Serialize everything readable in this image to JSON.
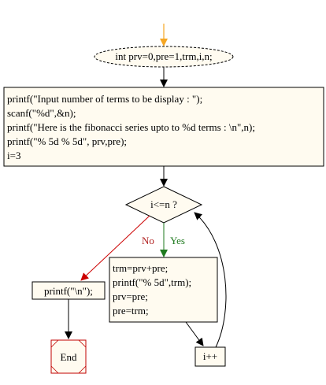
{
  "start": {
    "text": "int prv=0,pre=1,trm,i,n;"
  },
  "init": {
    "lines": [
      "printf(\"Input number of terms to be display : \");",
      "scanf(\"%d\",&n);",
      "printf(\"Here is the fibonacci series upto  to %d terms : \\n\",n);",
      "printf(\"% 5d % 5d\", prv,pre);",
      "i=3"
    ]
  },
  "decision": {
    "text": "i<=n ?"
  },
  "branch": {
    "no": "No",
    "yes": "Yes"
  },
  "body": {
    "lines": [
      "trm=prv+pre;",
      "printf(\"% 5d\",trm);",
      "prv=pre;",
      "pre=trm;"
    ]
  },
  "newline": {
    "text": "printf(\"\\n\");"
  },
  "increment": {
    "text": "i++"
  },
  "end": {
    "text": "End"
  },
  "colors": {
    "entry_arrow": "#f5a623",
    "flow": "#000000",
    "no_branch": "#cc0000",
    "yes_branch": "#1f7a1f",
    "node_fill": "#fffbf0",
    "end_border": "#c00000"
  }
}
